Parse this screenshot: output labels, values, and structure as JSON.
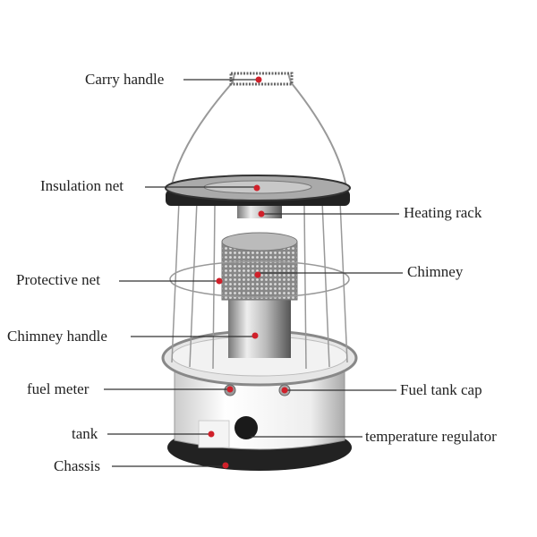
{
  "labels": {
    "carry_handle": "Carry handle",
    "insulation_net": "Insulation net",
    "heating_rack": "Heating rack",
    "protective_net": "Protective net",
    "chimney": "Chimney",
    "chimney_handle": "Chimney handle",
    "fuel_meter": "fuel meter",
    "fuel_tank_cap": "Fuel tank cap",
    "tank": "tank",
    "temperature_regulator": "temperature regulator",
    "chassis": "Chassis"
  },
  "colors": {
    "marker": "#d0202a",
    "leader": "#333333"
  }
}
